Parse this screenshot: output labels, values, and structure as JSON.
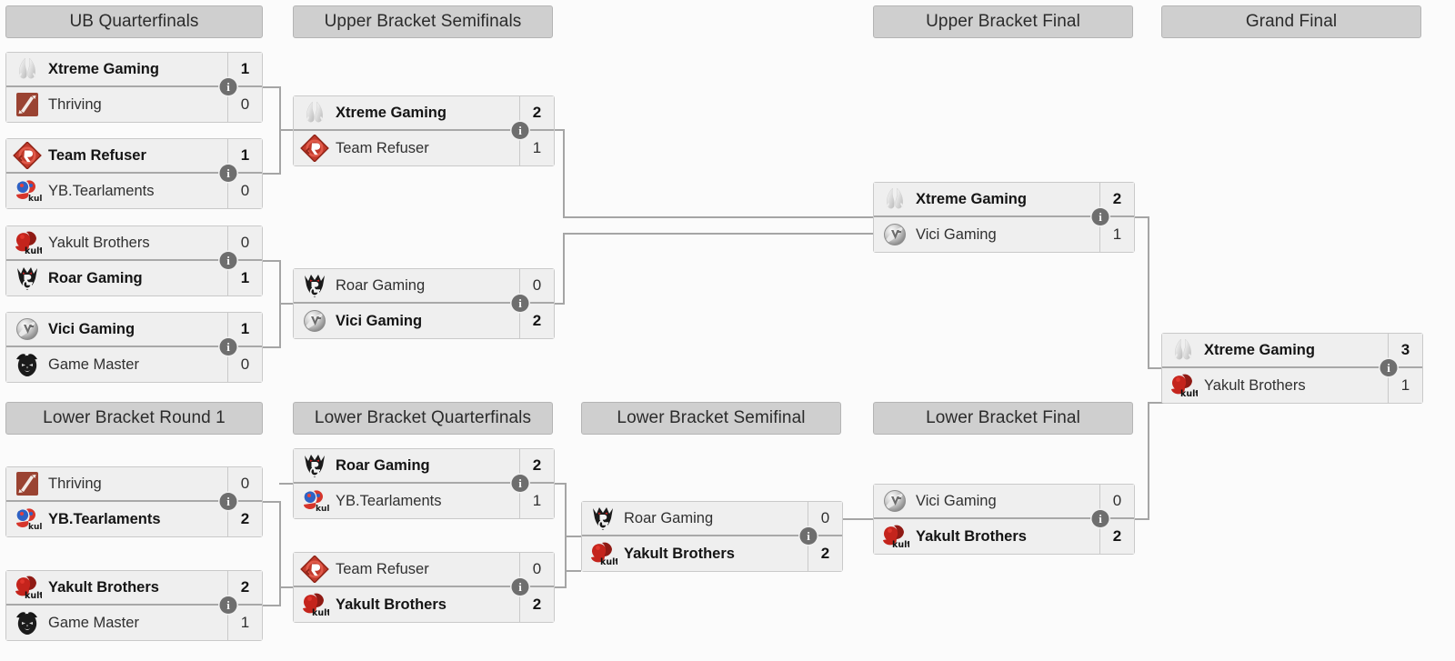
{
  "page": {
    "background": "#fbfbfb",
    "line_color": "#a5a5a5",
    "header_bg": "#cfcfcf",
    "match_bg": "#efefef",
    "info_badge_glyph": "i"
  },
  "teams": {
    "xtreme": {
      "name": "Xtreme Gaming",
      "logo": "xtreme-gaming-logo"
    },
    "thriving": {
      "name": "Thriving",
      "logo": "thriving-logo"
    },
    "refuser": {
      "name": "Team Refuser",
      "logo": "team-refuser-logo"
    },
    "ybt": {
      "name": "YB.Tearlaments",
      "logo": "yb-tearlaments-logo"
    },
    "yakult": {
      "name": "Yakult Brothers",
      "logo": "yakult-brothers-logo"
    },
    "roar": {
      "name": "Roar Gaming",
      "logo": "roar-gaming-logo"
    },
    "vici": {
      "name": "Vici Gaming",
      "logo": "vici-gaming-logo"
    },
    "gamemaster": {
      "name": "Game Master",
      "logo": "game-master-logo"
    }
  },
  "rounds": [
    {
      "id": "ubqf",
      "label": "UB Quarterfinals"
    },
    {
      "id": "ubsf",
      "label": "Upper Bracket Semifinals"
    },
    {
      "id": "ubf",
      "label": "Upper Bracket Final"
    },
    {
      "id": "gf",
      "label": "Grand Final"
    },
    {
      "id": "lbr1",
      "label": "Lower Bracket Round 1"
    },
    {
      "id": "lbqf",
      "label": "Lower Bracket Quarterfinals"
    },
    {
      "id": "lbsf",
      "label": "Lower Bracket Semifinal"
    },
    {
      "id": "lbf",
      "label": "Lower Bracket Final"
    }
  ],
  "matches": {
    "ubqf1": {
      "top": {
        "team": "Xtreme Gaming",
        "logo": "xtreme-gaming-logo",
        "score": "1",
        "winner": true
      },
      "bottom": {
        "team": "Thriving",
        "logo": "thriving-logo",
        "score": "0",
        "winner": false
      }
    },
    "ubqf2": {
      "top": {
        "team": "Team Refuser",
        "logo": "team-refuser-logo",
        "score": "1",
        "winner": true
      },
      "bottom": {
        "team": "YB.Tearlaments",
        "logo": "yb-tearlaments-logo",
        "score": "0",
        "winner": false
      }
    },
    "ubqf3": {
      "top": {
        "team": "Yakult Brothers",
        "logo": "yakult-brothers-logo",
        "score": "0",
        "winner": false
      },
      "bottom": {
        "team": "Roar Gaming",
        "logo": "roar-gaming-logo",
        "score": "1",
        "winner": true
      }
    },
    "ubqf4": {
      "top": {
        "team": "Vici Gaming",
        "logo": "vici-gaming-logo",
        "score": "1",
        "winner": true
      },
      "bottom": {
        "team": "Game Master",
        "logo": "game-master-logo",
        "score": "0",
        "winner": false
      }
    },
    "ubsf1": {
      "top": {
        "team": "Xtreme Gaming",
        "logo": "xtreme-gaming-logo",
        "score": "2",
        "winner": true
      },
      "bottom": {
        "team": "Team Refuser",
        "logo": "team-refuser-logo",
        "score": "1",
        "winner": false
      }
    },
    "ubsf2": {
      "top": {
        "team": "Roar Gaming",
        "logo": "roar-gaming-logo",
        "score": "0",
        "winner": false
      },
      "bottom": {
        "team": "Vici Gaming",
        "logo": "vici-gaming-logo",
        "score": "2",
        "winner": true
      }
    },
    "ubf1": {
      "top": {
        "team": "Xtreme Gaming",
        "logo": "xtreme-gaming-logo",
        "score": "2",
        "winner": true
      },
      "bottom": {
        "team": "Vici Gaming",
        "logo": "vici-gaming-logo",
        "score": "1",
        "winner": false
      }
    },
    "gf1": {
      "top": {
        "team": "Xtreme Gaming",
        "logo": "xtreme-gaming-logo",
        "score": "3",
        "winner": true
      },
      "bottom": {
        "team": "Yakult Brothers",
        "logo": "yakult-brothers-logo",
        "score": "1",
        "winner": false
      }
    },
    "lbr1a": {
      "top": {
        "team": "Thriving",
        "logo": "thriving-logo",
        "score": "0",
        "winner": false
      },
      "bottom": {
        "team": "YB.Tearlaments",
        "logo": "yb-tearlaments-logo",
        "score": "2",
        "winner": true
      }
    },
    "lbr1b": {
      "top": {
        "team": "Yakult Brothers",
        "logo": "yakult-brothers-logo",
        "score": "2",
        "winner": true
      },
      "bottom": {
        "team": "Game Master",
        "logo": "game-master-logo",
        "score": "1",
        "winner": false
      }
    },
    "lbqf1": {
      "top": {
        "team": "Roar Gaming",
        "logo": "roar-gaming-logo",
        "score": "2",
        "winner": true
      },
      "bottom": {
        "team": "YB.Tearlaments",
        "logo": "yb-tearlaments-logo",
        "score": "1",
        "winner": false
      }
    },
    "lbqf2": {
      "top": {
        "team": "Team Refuser",
        "logo": "team-refuser-logo",
        "score": "0",
        "winner": false
      },
      "bottom": {
        "team": "Yakult Brothers",
        "logo": "yakult-brothers-logo",
        "score": "2",
        "winner": true
      }
    },
    "lbsf1": {
      "top": {
        "team": "Roar Gaming",
        "logo": "roar-gaming-logo",
        "score": "0",
        "winner": false
      },
      "bottom": {
        "team": "Yakult Brothers",
        "logo": "yakult-brothers-logo",
        "score": "2",
        "winner": true
      }
    },
    "lbf1": {
      "top": {
        "team": "Vici Gaming",
        "logo": "vici-gaming-logo",
        "score": "0",
        "winner": false
      },
      "bottom": {
        "team": "Yakult Brothers",
        "logo": "yakult-brothers-logo",
        "score": "2",
        "winner": true
      }
    }
  }
}
